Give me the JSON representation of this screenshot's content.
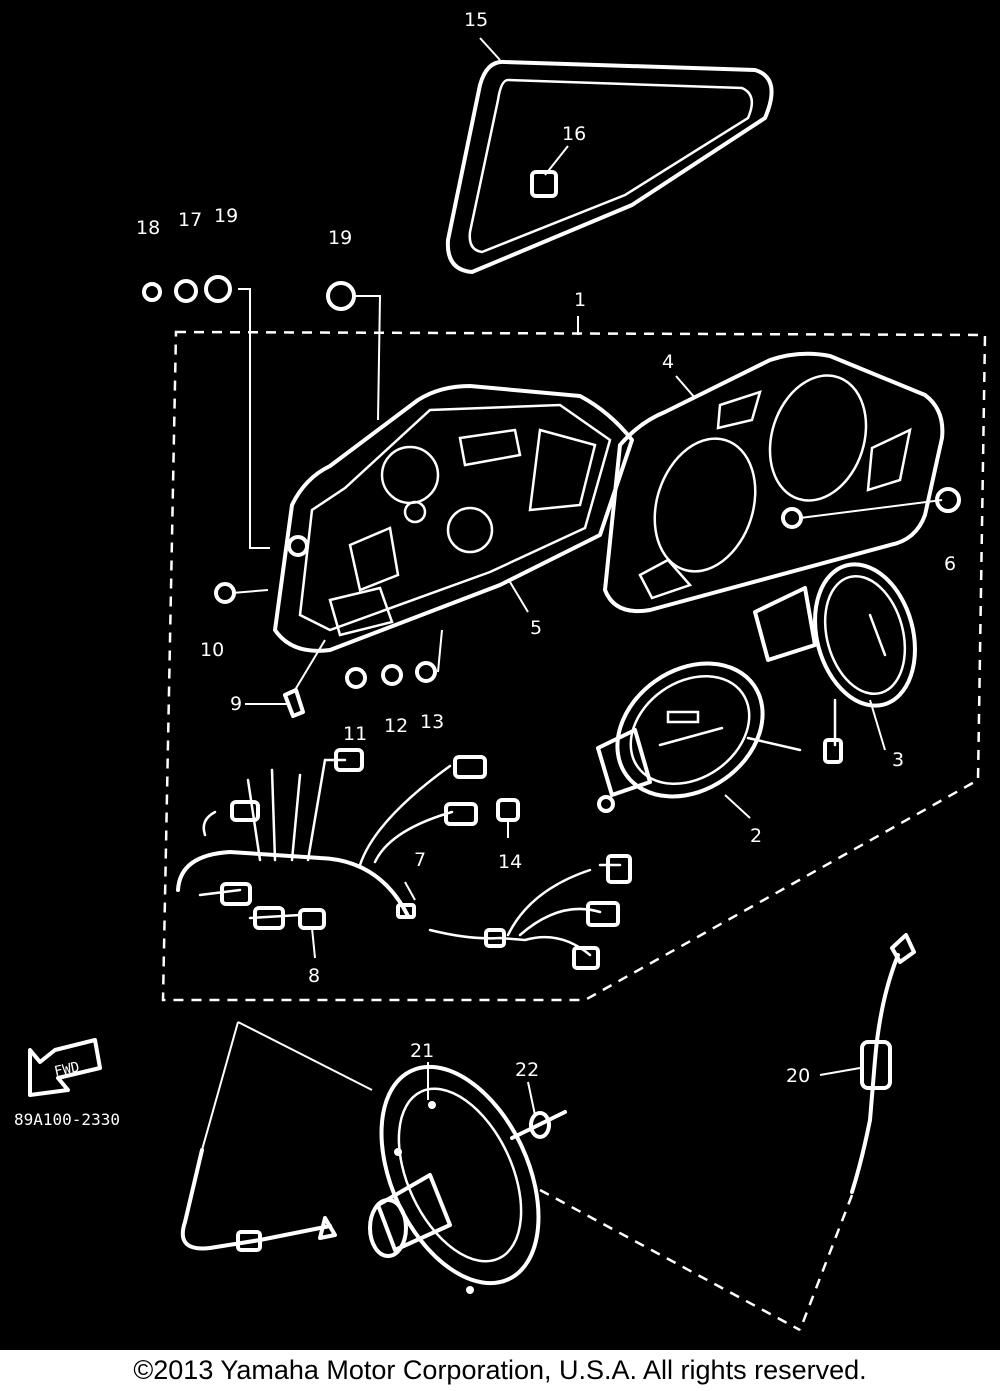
{
  "diagram_code": "89A100-2330",
  "fwd_label": "FWD",
  "copyright": "©2013 Yamaha Motor Corporation, U.S.A. All rights reserved.",
  "callouts": {
    "c1": "1",
    "c2": "2",
    "c3": "3",
    "c4": "4",
    "c5": "5",
    "c6": "6",
    "c7": "7",
    "c8": "8",
    "c9": "9",
    "c10": "10",
    "c11": "11",
    "c12": "12",
    "c13": "13",
    "c14": "14",
    "c15": "15",
    "c16": "16",
    "c17": "17",
    "c18": "18",
    "c19a": "19",
    "c19b": "19",
    "c20": "20",
    "c21": "21",
    "c22": "22"
  }
}
